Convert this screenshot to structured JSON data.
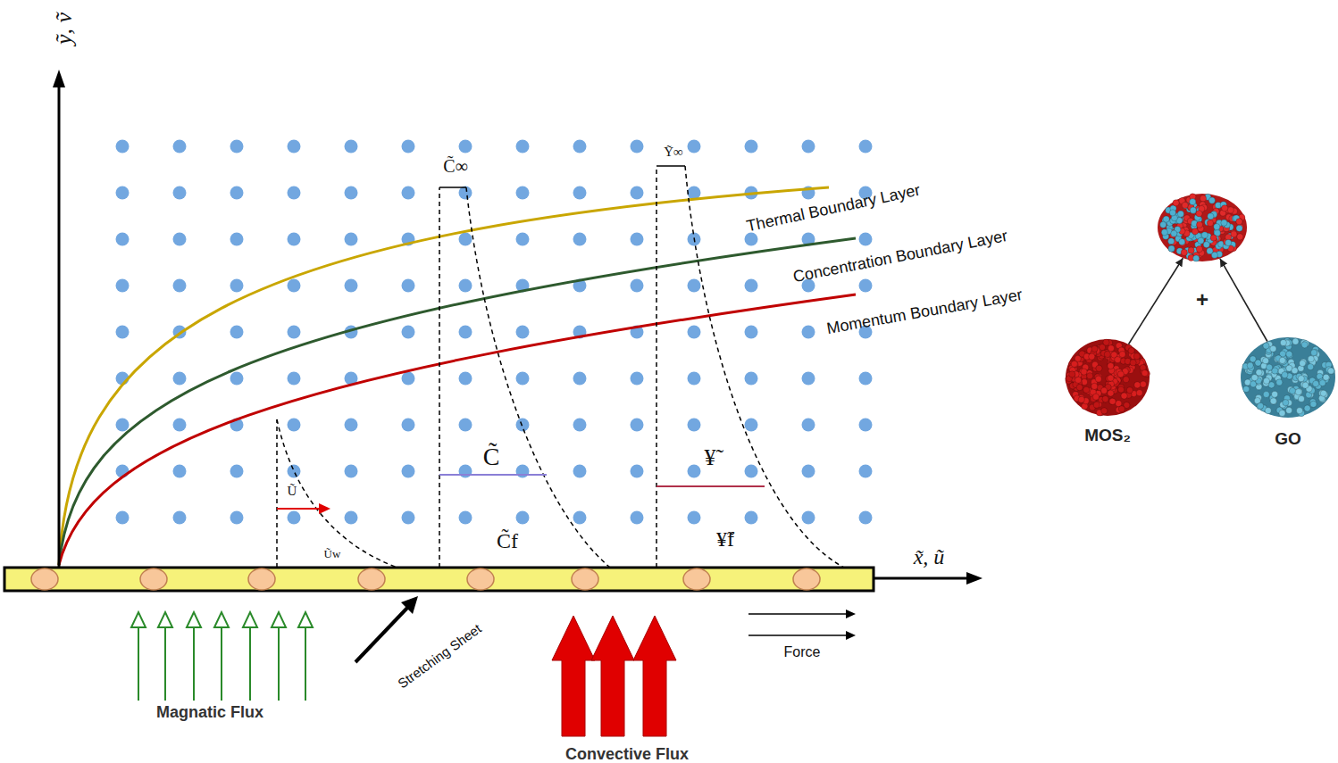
{
  "diagram": {
    "nodes": [
      {
        "text": [
          "+"
        ]
      },
      {
        "text": [
          "MOS₂"
        ]
      },
      {
        "text": [
          "GO"
        ]
      }
    ],
    "edges": [
      {
        "from": 1,
        "to": 0,
        "arrow": "to"
      },
      {
        "from": 2,
        "to": 0,
        "arrow": "to"
      }
    ],
    "labels": [
      "ỹ, ṽ",
      "C̃∞",
      "Ỹ∞",
      "Thermal Boundary Layer",
      "Concentration Boundary Layer",
      "Momentum Boundary Layer",
      "Ũ",
      "C̃",
      "¥̃",
      "x̃, ũ",
      "Ũw",
      "C̃f",
      "¥̃f",
      "Stretching Sheet",
      "Force",
      "Magnatic Flux",
      "Convective Flux"
    ]
  }
}
